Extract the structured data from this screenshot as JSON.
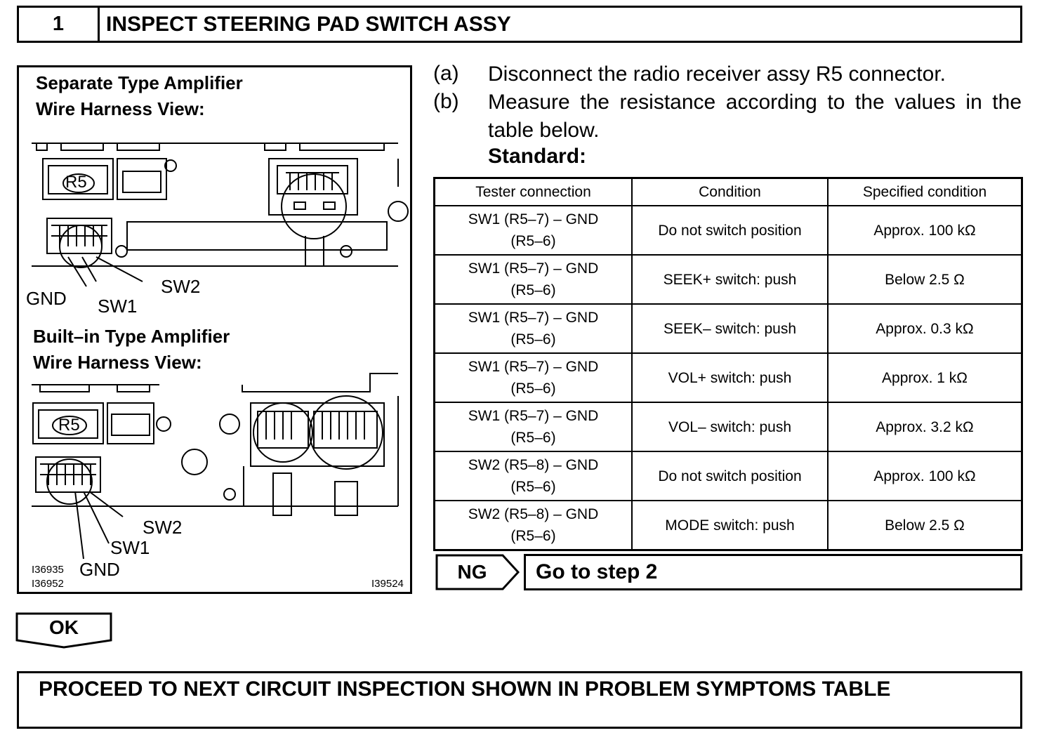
{
  "step": {
    "number": "1",
    "title": "INSPECT STEERING PAD SWITCH ASSY"
  },
  "figure": {
    "separate_title_1": "Separate Type Amplifier",
    "separate_title_2": "Wire Harness View:",
    "builtin_title_1": "Built–in Type Amplifier",
    "builtin_title_2": "Wire Harness View:",
    "connector_label": "R5",
    "sw2_label": "SW2",
    "sw1_label": "SW1",
    "gnd_label": "GND",
    "code_1": "I36935",
    "code_2": "I36952",
    "code_3": "I39524"
  },
  "instructions": {
    "a_letter": "(a)",
    "a_text": "Disconnect the radio receiver assy R5 connector.",
    "b_letter": "(b)",
    "b_text": "Measure the resistance according to the values in the table below.",
    "standard": "Standard:"
  },
  "table": {
    "headers": [
      "Tester connection",
      "Condition",
      "Specified condition"
    ],
    "rows": [
      {
        "conn1": "SW1 (R5–7) – GND",
        "conn2": "(R5–6)",
        "condition": "Do not switch position",
        "spec": "Approx. 100 kΩ"
      },
      {
        "conn1": "SW1 (R5–7) – GND",
        "conn2": "(R5–6)",
        "condition": "SEEK+ switch: push",
        "spec": "Below 2.5 Ω"
      },
      {
        "conn1": "SW1 (R5–7) – GND",
        "conn2": "(R5–6)",
        "condition": "SEEK– switch: push",
        "spec": "Approx. 0.3 kΩ"
      },
      {
        "conn1": "SW1 (R5–7) – GND",
        "conn2": "(R5–6)",
        "condition": "VOL+ switch: push",
        "spec": "Approx. 1 kΩ"
      },
      {
        "conn1": "SW1 (R5–7) – GND",
        "conn2": "(R5–6)",
        "condition": "VOL– switch: push",
        "spec": "Approx. 3.2 kΩ"
      },
      {
        "conn1": "SW2 (R5–8) – GND",
        "conn2": "(R5–6)",
        "condition": "Do not switch position",
        "spec": "Approx. 100 kΩ"
      },
      {
        "conn1": "SW2 (R5–8) – GND",
        "conn2": "(R5–6)",
        "condition": "MODE switch: push",
        "spec": "Below 2.5 Ω"
      }
    ]
  },
  "ng": {
    "label": "NG",
    "action": "Go to step 2"
  },
  "ok": {
    "label": "OK"
  },
  "proceed": {
    "text": "PROCEED TO NEXT CIRCUIT INSPECTION SHOWN IN PROBLEM SYMPTOMS TABLE"
  }
}
